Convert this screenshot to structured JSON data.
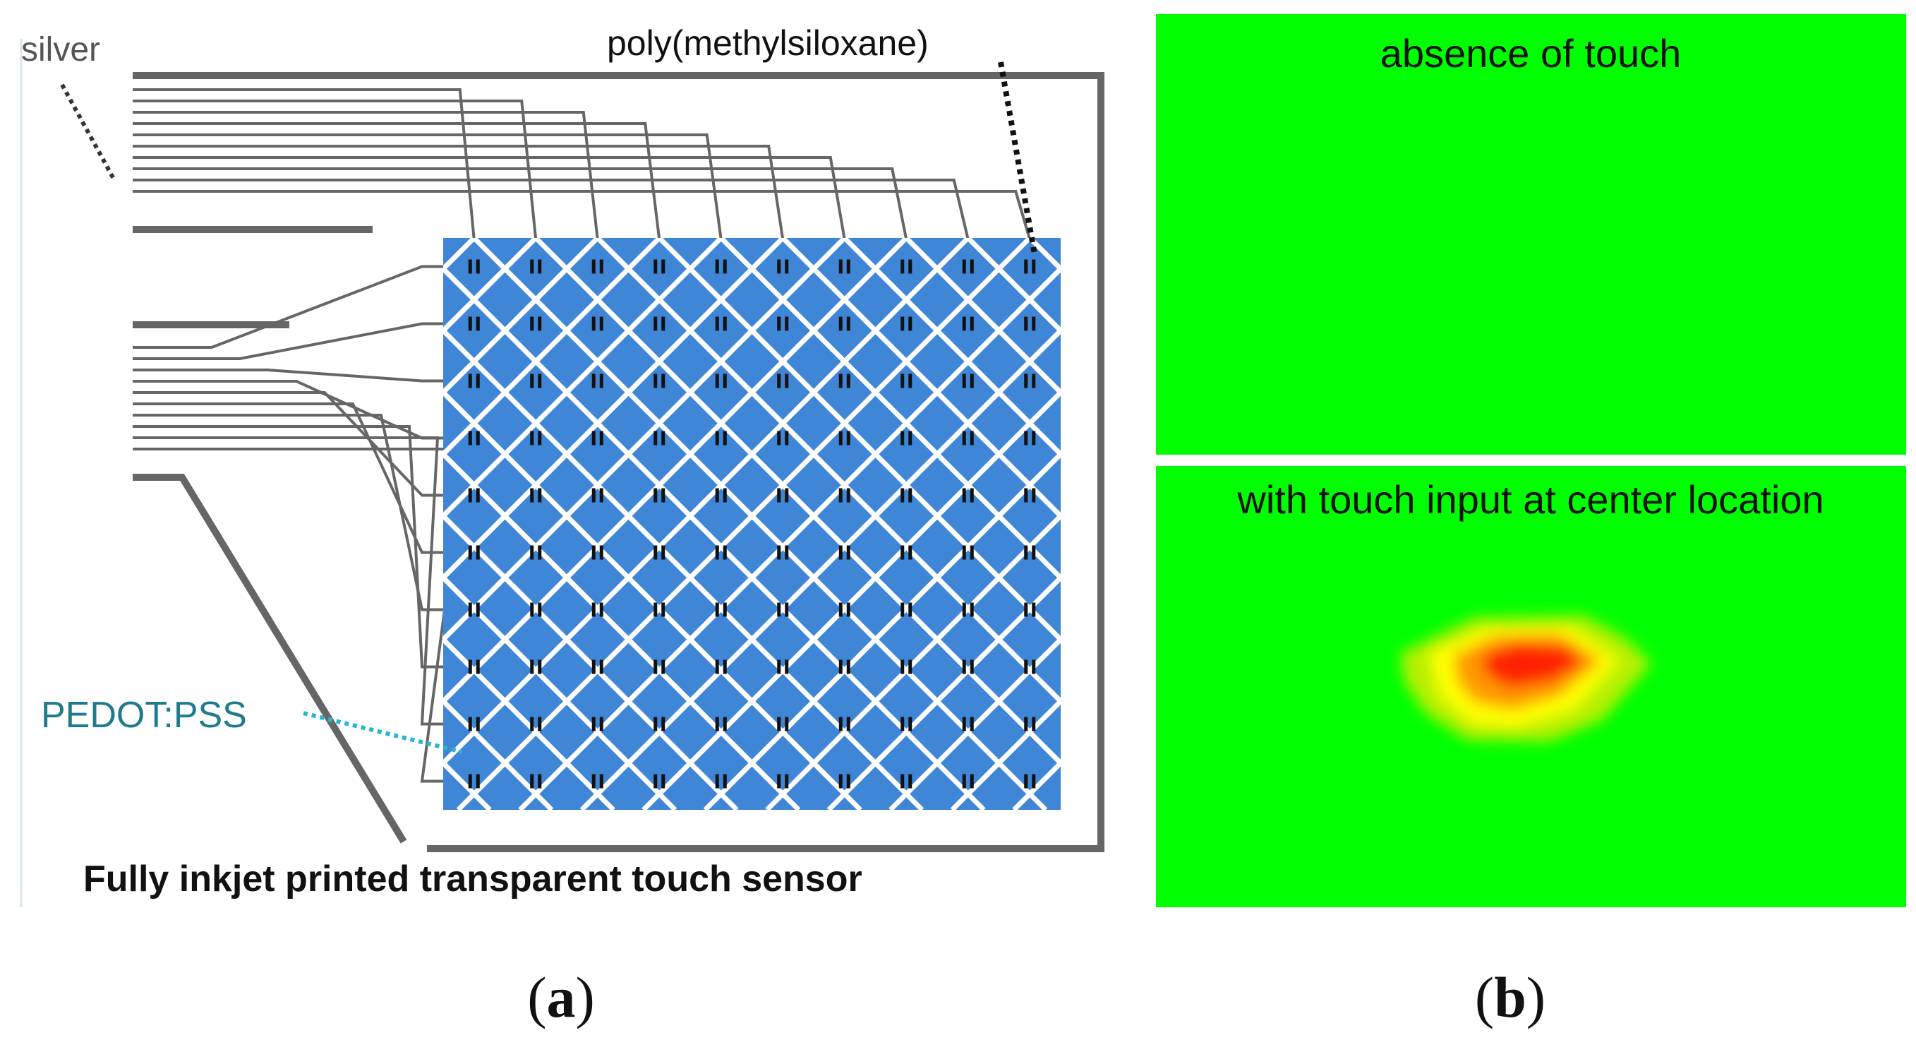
{
  "panel_a": {
    "labels": {
      "silver": "silver",
      "pdms": "poly(methylsiloxane)",
      "pedot": "PEDOT:PSS",
      "caption": "Fully inkjet printed transparent touch sensor"
    },
    "grid": {
      "rows": 10,
      "cols": 10
    },
    "colors": {
      "electrode": "#3F86D6",
      "trace": "#666666",
      "silver_leader": "#333333",
      "pdms_leader": "#111111",
      "pedot_label": "#1F7A8C",
      "pedot_leader": "#2AB5CC",
      "via": "#111111"
    },
    "sublabel_open": "(",
    "sublabel_letter": "a",
    "sublabel_close": ")"
  },
  "panel_b": {
    "top_title": "absence of touch",
    "bottom_title": "with touch input at center location",
    "colors": {
      "background": "#00FF00",
      "heat_outer": "#B7F000",
      "heat_mid": "#FFFF00",
      "heat_inner": "#FF9900",
      "heat_core": "#FF2200"
    },
    "sublabel_open": "(",
    "sublabel_letter": "b",
    "sublabel_close": ")"
  }
}
